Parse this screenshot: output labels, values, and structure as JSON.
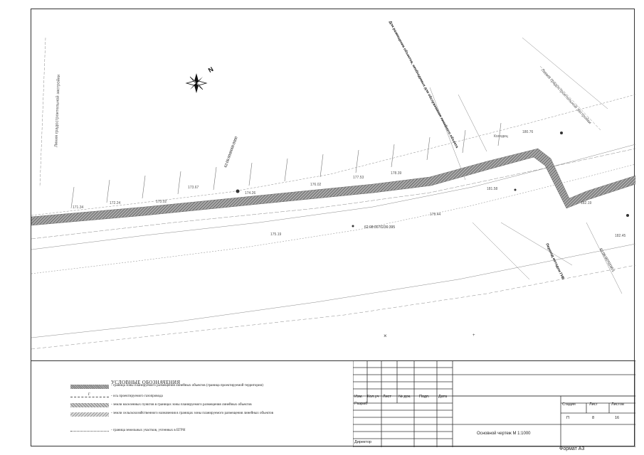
{
  "compass": {
    "label": "N",
    "icon": "compass-rose-icon"
  },
  "map_labels": {
    "boundary_left": "Линия градостроительной застройки",
    "boundary_right": "Линия градостроительной застройки",
    "bore_label": "Переход методом ГНБ",
    "parcel_a": "62:08:0070236:395",
    "parcel_b": "62:08:0000000:0000",
    "parcel_c": "62:08:0070236:1",
    "well_label": "Колодец",
    "vertical_text": "Для размещения объектов, необходимых для обслуживания линейного объекта",
    "elevations": [
      "171.34",
      "172.24",
      "173.02",
      "173.67",
      "174.26",
      "175.19",
      "176.02",
      "177.53",
      "178.39",
      "179.44",
      "180.76",
      "181.58",
      "182.19",
      "182.45"
    ]
  },
  "legend": {
    "title": "УСЛОВНЫЕ ОБОЗНАЧЕНИЯ",
    "items": [
      {
        "text": "- граница зоны планируемого размещения линейных объектов (граница проектируемой территории)",
        "icon": "hatch-dark"
      },
      {
        "text": "- ось проектируемого газопровода",
        "icon": "dash-line",
        "marker": "Г"
      },
      {
        "text": "- земли населенных пунктов в границах зоны планируемого размещения линейных объектов",
        "icon": "hatch-medium"
      },
      {
        "text": "- земли сельскохозяйственного назначения в границах зоны планируемого размещения линейных объектов",
        "icon": "hatch-light"
      },
      {
        "text": "- граница земельных участков, учтенных в ЕГРН",
        "icon": "dotted-line"
      }
    ]
  },
  "title_block": {
    "col_headers": [
      "Изм.",
      "Кол.уч",
      "Лист",
      "№ док.",
      "Подп.",
      "Дата"
    ],
    "roles": [
      "Разраб",
      "Директор"
    ],
    "drawing_name": "Основной чертеж М 1:1000",
    "stage_label": "Стадия",
    "sheet_label": "Лист",
    "sheets_label": "Листов",
    "stage_value": "П",
    "sheet_value": "8",
    "sheets_value": "16",
    "format": "Формат А3"
  }
}
